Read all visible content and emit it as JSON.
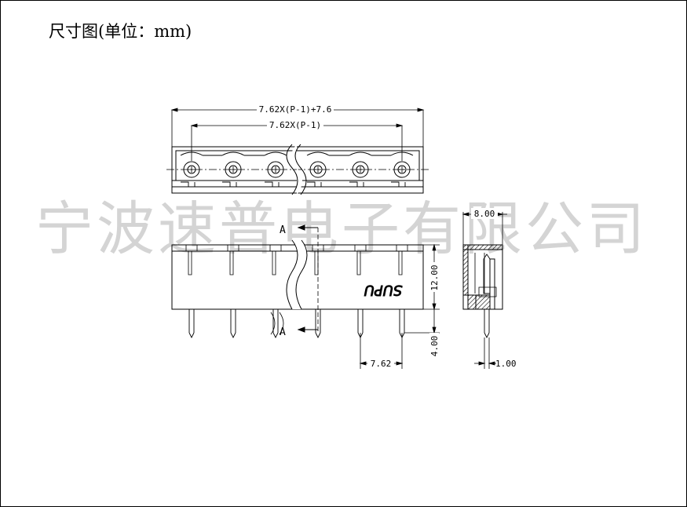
{
  "title": "尺寸图(单位：mm)",
  "watermark": "宁波速普电子有限公司",
  "brand_mark": "SUPU",
  "dimensions": {
    "overall_length": "7.62X(P-1)+7.6",
    "pitch_span": "7.62X(P-1)",
    "depth": "8.00",
    "body_height": "12.00",
    "pin_length": "4.00",
    "pitch": "7.62",
    "pin_width": "1.00",
    "section_label_top": "A",
    "section_label_bottom": "A"
  },
  "colors": {
    "line": "#000000",
    "watermark": "#d4d4d4",
    "hatch": "#000000"
  }
}
